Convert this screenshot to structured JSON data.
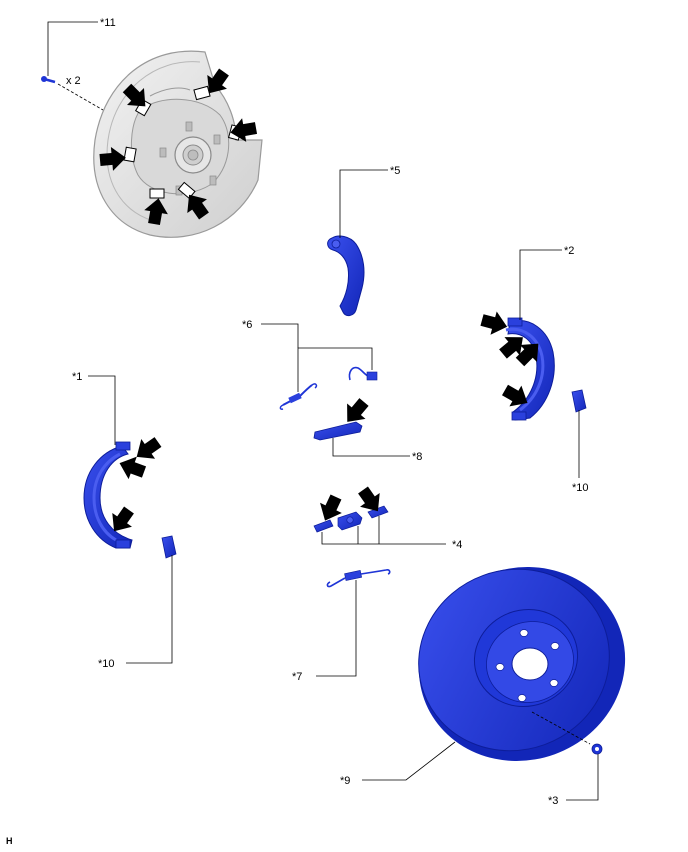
{
  "labels": {
    "l1": "*1",
    "l2": "*2",
    "l3": "*3",
    "l4": "*4",
    "l5": "*5",
    "l6": "*6",
    "l7": "*7",
    "l8": "*8",
    "l9": "*9",
    "l10a": "*10",
    "l10b": "*10",
    "l11": "*11",
    "qty": "x 2"
  },
  "corner_mark": "H",
  "colors": {
    "part_blue": "#1f35d6",
    "part_blue_dark": "#0d1d9a",
    "part_blue_light": "#4a5df0",
    "plate_gray": "#e3e3e3",
    "plate_edge": "#9a9a9a",
    "arrow": "#000000",
    "leader": "#000000"
  },
  "icons": [
    "arrow-icon",
    "bolt-icon"
  ]
}
